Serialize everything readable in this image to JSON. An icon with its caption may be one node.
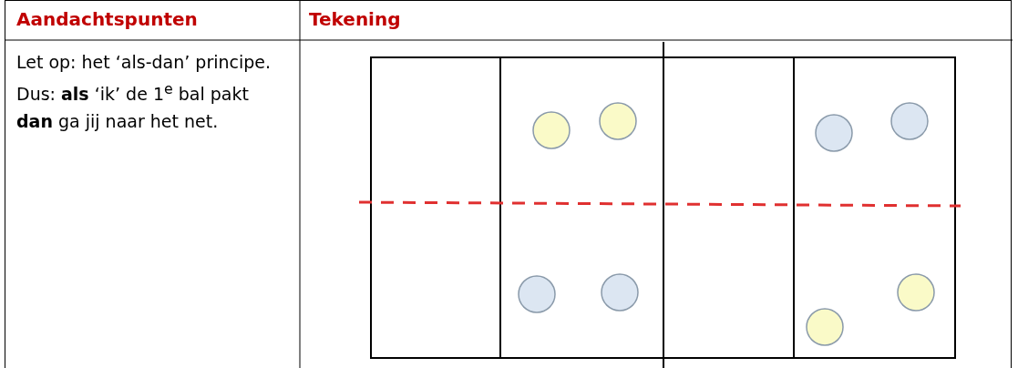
{
  "diagram": {
    "labels": [
      "Aandachtspunten",
      "Tekening",
      "Let op: het ‘als-dan’ principe. Dus: **als** ‘ik’ de 1$^{e}$ bal pakt **dan** ga jij naar het net."
    ]
  }
}
